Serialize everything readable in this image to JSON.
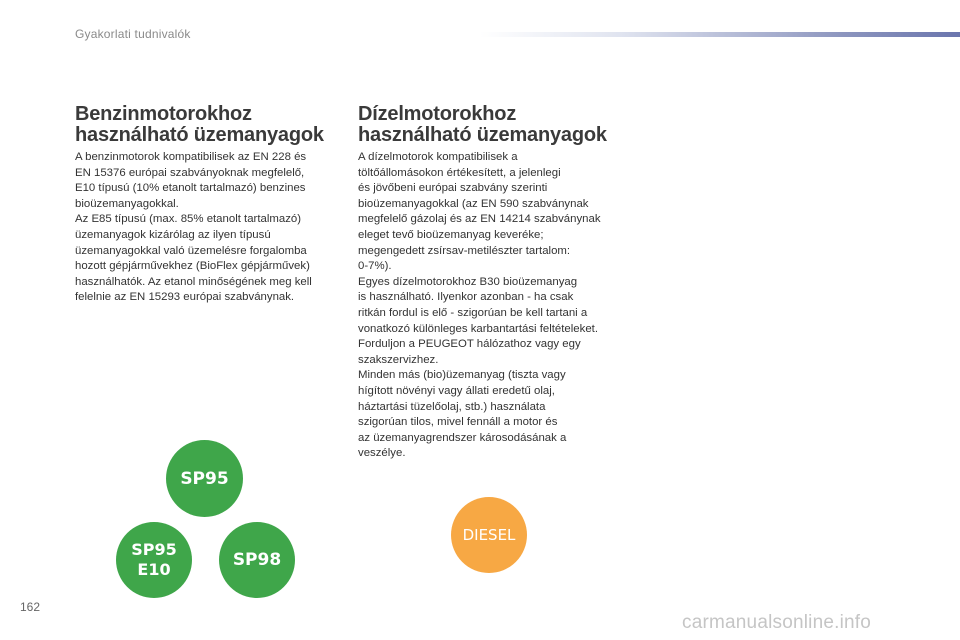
{
  "header": {
    "title": "Gyakorlati tudnivalók"
  },
  "left_section": {
    "heading_lines": [
      "Benzinmotorokhoz",
      "használható üzemanyagok"
    ],
    "body_lines": [
      "A benzinmotorok kompatibilisek az EN 228 és",
      "EN 15376 európai szabványoknak megfelelő,",
      "E10 típusú (10% etanolt tartalmazó) benzines",
      "bioüzemanyagokkal.",
      "Az E85 típusú (max. 85% etanolt tartalmazó)",
      "üzemanyagok kizárólag az ilyen típusú",
      "üzemanyagokkal való üzemelésre forgalomba",
      "hozott gépjárművekhez (BioFlex gépjárművek)",
      "használhatók. Az etanol minőségének meg kell",
      "felelnie az EN 15293 európai szabványnak."
    ]
  },
  "right_section": {
    "heading_lines": [
      "Dízelmotorokhoz",
      "használható üzemanyagok"
    ],
    "body_lines": [
      "A dízelmotorok kompatibilisek a",
      "töltőállomásokon értékesített, a jelenlegi",
      "és jövőbeni európai szabvány szerinti",
      "bioüzemanyagokkal (az EN 590 szabványnak",
      "megfelelő gázolaj és az EN 14214 szabványnak",
      "eleget tevő bioüzemanyag keveréke;",
      "megengedett zsírsav-metilészter tartalom:",
      "0-7%).",
      "Egyes dízelmotorokhoz B30 bioüzemanyag",
      "is használható. Ilyenkor azonban - ha csak",
      "ritkán fordul is elő - szigorúan be kell tartani a",
      "vonatkozó különleges karbantartási feltételeket.",
      "Forduljon a PEUGEOT hálózathoz vagy egy",
      "szakszervizhez.",
      "Minden más (bio)üzemanyag (tiszta vagy",
      "hígított növényi vagy állati eredetű olaj,",
      "háztartási tüzelőolaj, stb.) használata",
      "szigorúan tilos, mivel fennáll a motor és",
      "az üzemanyagrendszer károsodásának a",
      "veszélye."
    ]
  },
  "badges": {
    "sp95": "SP95",
    "sp95_e10_line1": "SP95",
    "sp95_e10_line2": "E10",
    "sp98": "SP98",
    "diesel": "DIESEL"
  },
  "colors": {
    "petrol_badge": "#3fa64a",
    "diesel_badge": "#f7a844",
    "header_accent": "#6a75ad"
  },
  "page_number": "162",
  "watermark": "carmanualsonline.info"
}
